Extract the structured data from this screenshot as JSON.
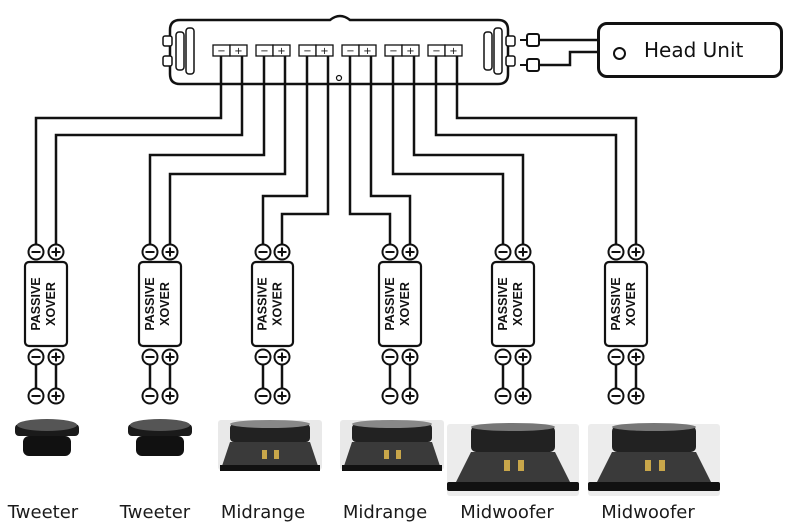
{
  "head_unit": {
    "label": "Head Unit"
  },
  "amplifier": {
    "channels": 6,
    "terminal_neg": "−",
    "terminal_pos": "+"
  },
  "crossover": {
    "line1": "PASSIVE",
    "line2": "XOVER"
  },
  "speakers": [
    {
      "type": "tweeter",
      "label": "Tweeter"
    },
    {
      "type": "tweeter",
      "label": "Tweeter"
    },
    {
      "type": "midrange",
      "label": "Midrange"
    },
    {
      "type": "midrange",
      "label": "Midrange"
    },
    {
      "type": "midwoofer",
      "label": "Midwoofer"
    },
    {
      "type": "midwoofer",
      "label": "Midwoofer"
    }
  ],
  "colors": {
    "wire": "#111111",
    "amp_body": "#ffffff",
    "speaker_dark": "#222222",
    "speaker_frame": "#3a3a3a"
  }
}
